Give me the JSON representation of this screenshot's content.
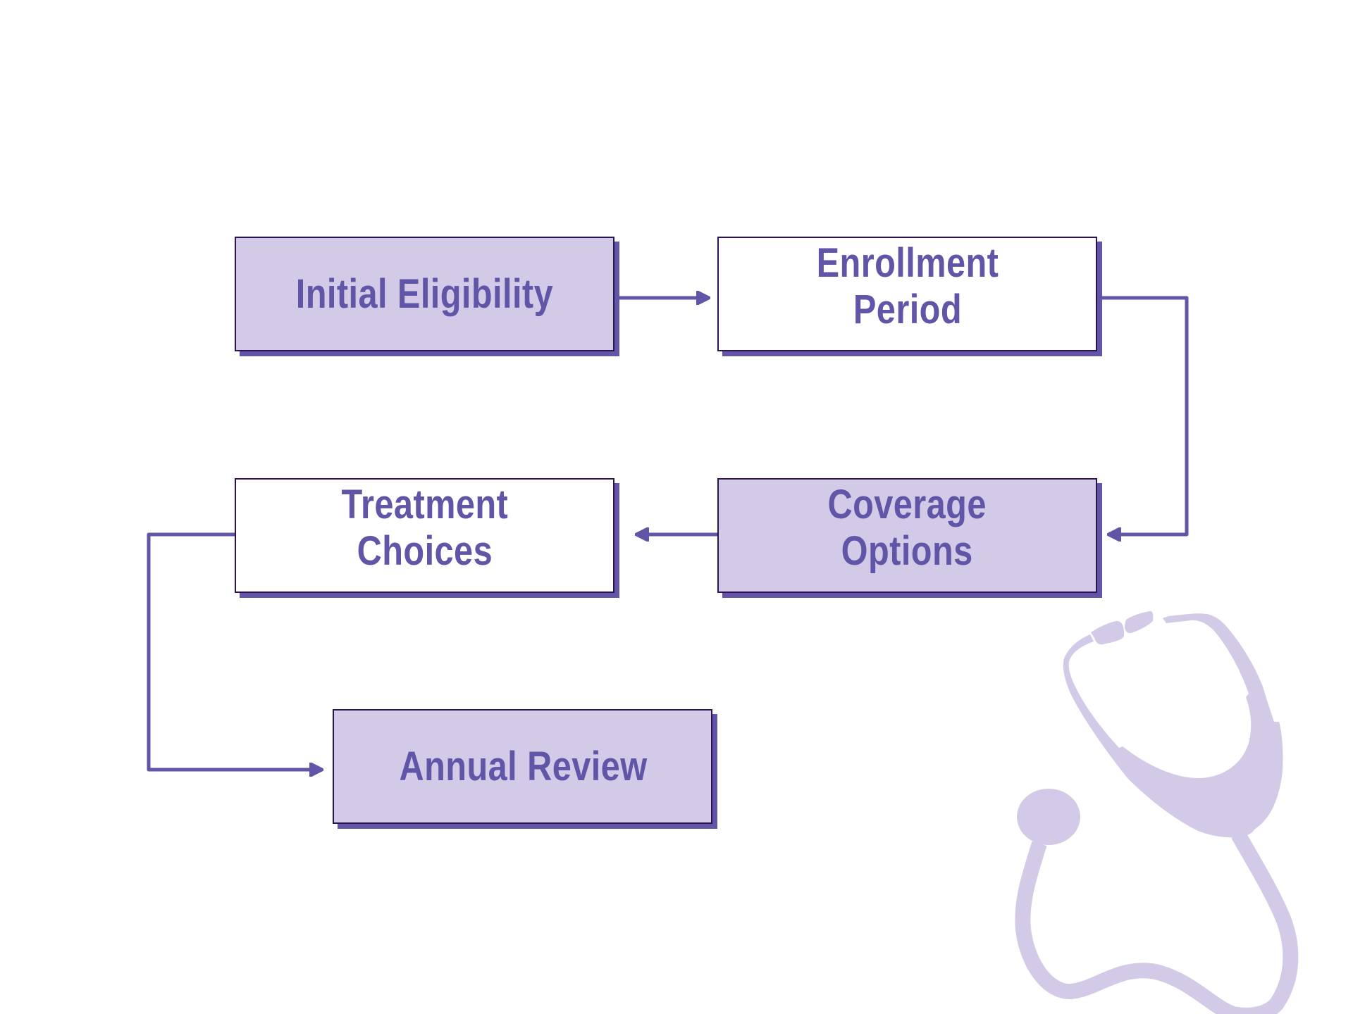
{
  "diagram": {
    "type": "flowchart",
    "colors": {
      "accent": "#6055a6",
      "fill": "#d3cae8",
      "border": "#2b1250",
      "background": "#ffffff",
      "illustration": "#d3cae8"
    },
    "nodes": [
      {
        "id": "n1",
        "label": "Initial Eligibility",
        "style": "filled"
      },
      {
        "id": "n2",
        "label": "Enrollment\nPeriod",
        "style": "plain"
      },
      {
        "id": "n3",
        "label": "Treatment\nChoices",
        "style": "plain"
      },
      {
        "id": "n4",
        "label": "Coverage\nOptions",
        "style": "filled"
      },
      {
        "id": "n5",
        "label": "Annual Review",
        "style": "filled"
      }
    ],
    "edges": [
      {
        "from": "n1",
        "to": "n2"
      },
      {
        "from": "n2",
        "to": "n4"
      },
      {
        "from": "n4",
        "to": "n3"
      },
      {
        "from": "n3",
        "to": "n5"
      }
    ],
    "illustration": "stethoscope-icon"
  }
}
